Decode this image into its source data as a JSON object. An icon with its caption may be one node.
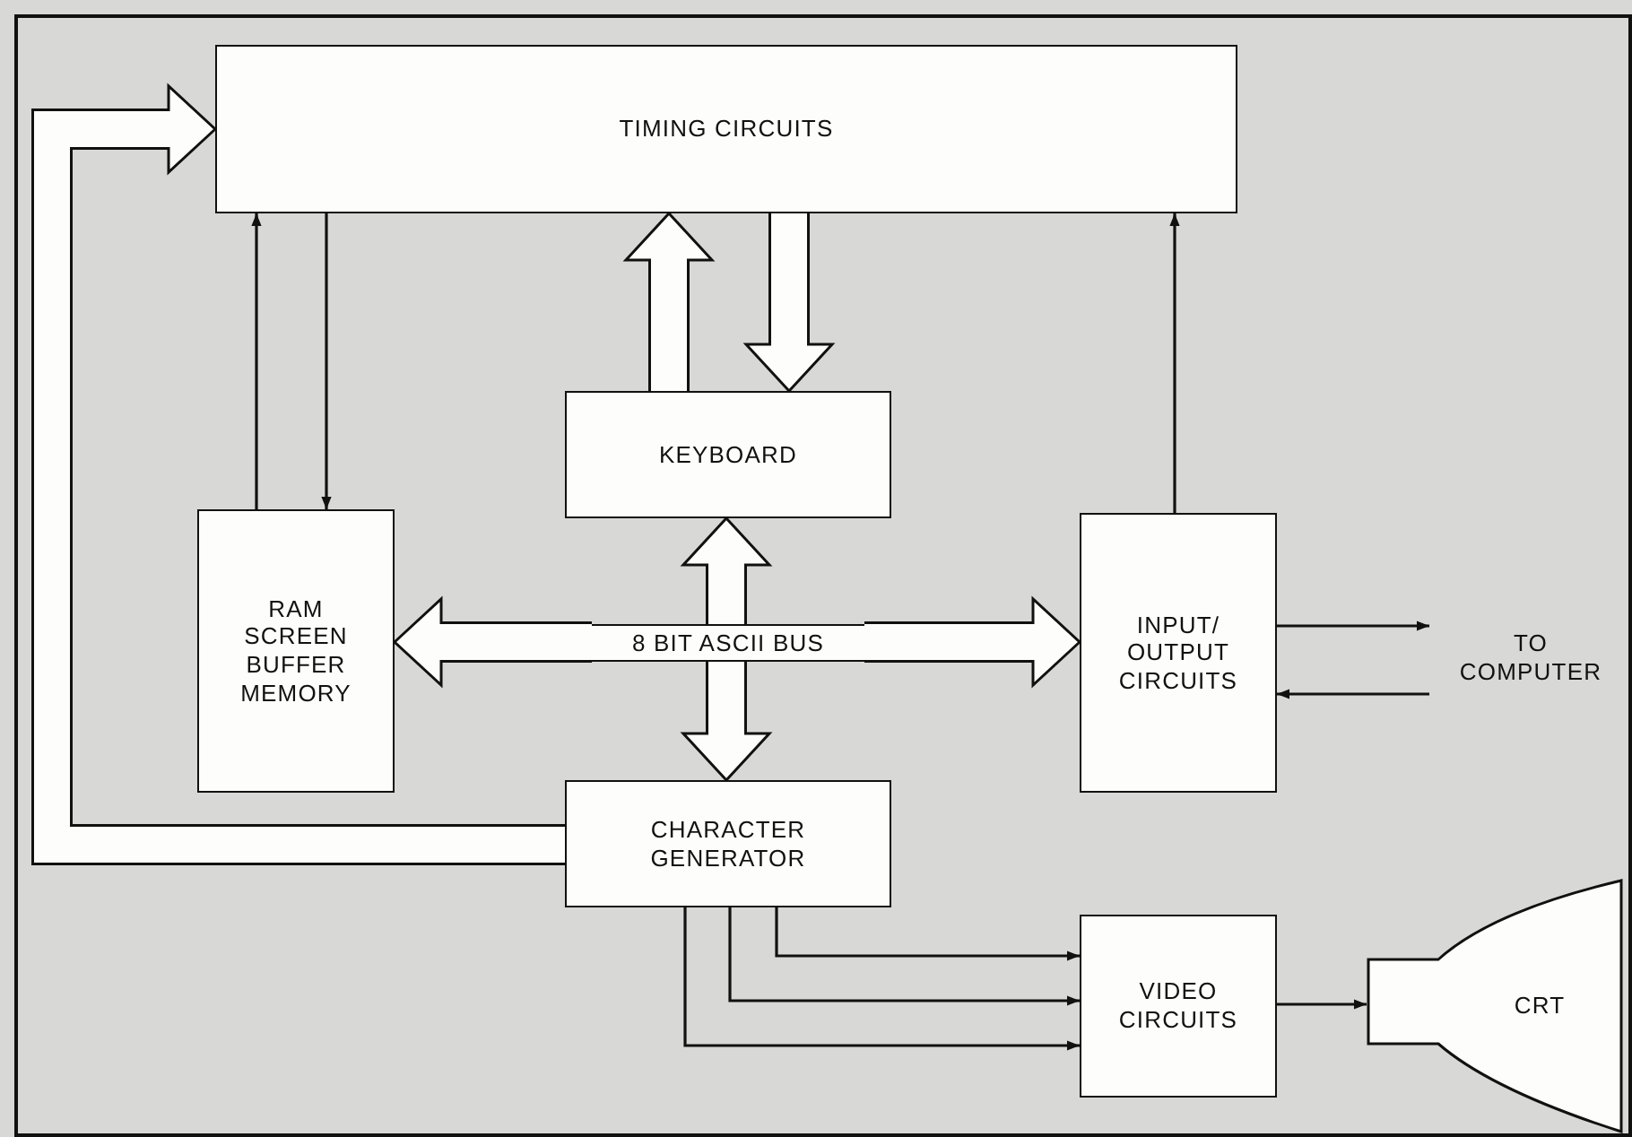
{
  "diagram": {
    "nodes": [
      {
        "text": [
          "TIMING CIRCUITS"
        ]
      },
      {
        "text": [
          "KEYBOARD"
        ]
      },
      {
        "text": [
          "RAM SCREEN BUFFER MEMORY"
        ]
      },
      {
        "text": [
          "INPUT/ OUTPUT CIRCUITS"
        ]
      },
      {
        "text": [
          "CHARACTER GENERATOR"
        ]
      },
      {
        "text": [
          "VIDEO CIRCUITS"
        ]
      },
      {
        "text": [
          "CRT"
        ]
      },
      {
        "text": [
          "TO COMPUTER"
        ]
      },
      {
        "text": [
          "8 BIT ASCII BUS"
        ]
      }
    ],
    "edges": [
      {
        "from": 2,
        "to": 0,
        "arrow": "to"
      },
      {
        "from": 0,
        "to": 2,
        "arrow": "to"
      },
      {
        "from": 1,
        "to": 0,
        "arrow": "to",
        "style": "thick",
        "color": "#fdfdfb"
      },
      {
        "from": 0,
        "to": 1,
        "arrow": "to",
        "style": "thick",
        "color": "#fdfdfb"
      },
      {
        "from": 3,
        "to": 0,
        "arrow": "to"
      },
      {
        "from": 3,
        "to": 7,
        "arrow": "to"
      },
      {
        "from": 7,
        "to": 3,
        "arrow": "to"
      },
      {
        "from": 8,
        "to": 1,
        "arrow": "to",
        "style": "thick",
        "color": "#fdfdfb"
      },
      {
        "from": 8,
        "to": 2,
        "arrow": "to",
        "style": "thick",
        "color": "#fdfdfb"
      },
      {
        "from": 8,
        "to": 3,
        "arrow": "to",
        "style": "thick",
        "color": "#fdfdfb"
      },
      {
        "from": 8,
        "to": 4,
        "arrow": "to",
        "style": "thick",
        "color": "#fdfdfb"
      },
      {
        "from": 4,
        "to": 0,
        "arrow": "to",
        "style": "thick",
        "color": "#fdfdfb"
      },
      {
        "from": 4,
        "to": 5,
        "arrow": "to"
      },
      {
        "from": 4,
        "to": 5,
        "arrow": "to"
      },
      {
        "from": 4,
        "to": 5,
        "arrow": "to"
      },
      {
        "from": 5,
        "to": 6,
        "arrow": "to"
      }
    ]
  }
}
